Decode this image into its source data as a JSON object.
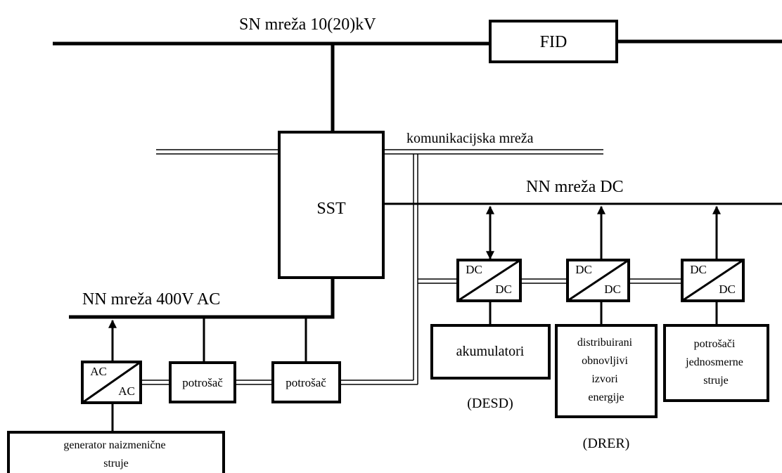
{
  "labels": {
    "mv_grid": "SN mreža 10(20)kV",
    "fid": "FID",
    "comm_network": "komunikacijska mreža",
    "sst": "SST",
    "lv_dc_grid": "NN mreža  DC",
    "lv_ac_grid": "NN mreža 400V AC",
    "dc_in": "DC",
    "dc_out": "DC",
    "ac_in": "AC",
    "ac_out": "AC",
    "consumer_1": "potrošač",
    "consumer_2": "potrošač",
    "batteries": "akumulatori",
    "desd": "(DESD)",
    "drer_box": [
      "distribuirani",
      "obnovljivi",
      "izvori",
      "energije"
    ],
    "drer": "(DRER)",
    "dc_consumers": [
      "potrošači",
      "jednosmerne",
      "struje"
    ],
    "ac_generator": [
      "generator naizmenične",
      "struje"
    ]
  }
}
